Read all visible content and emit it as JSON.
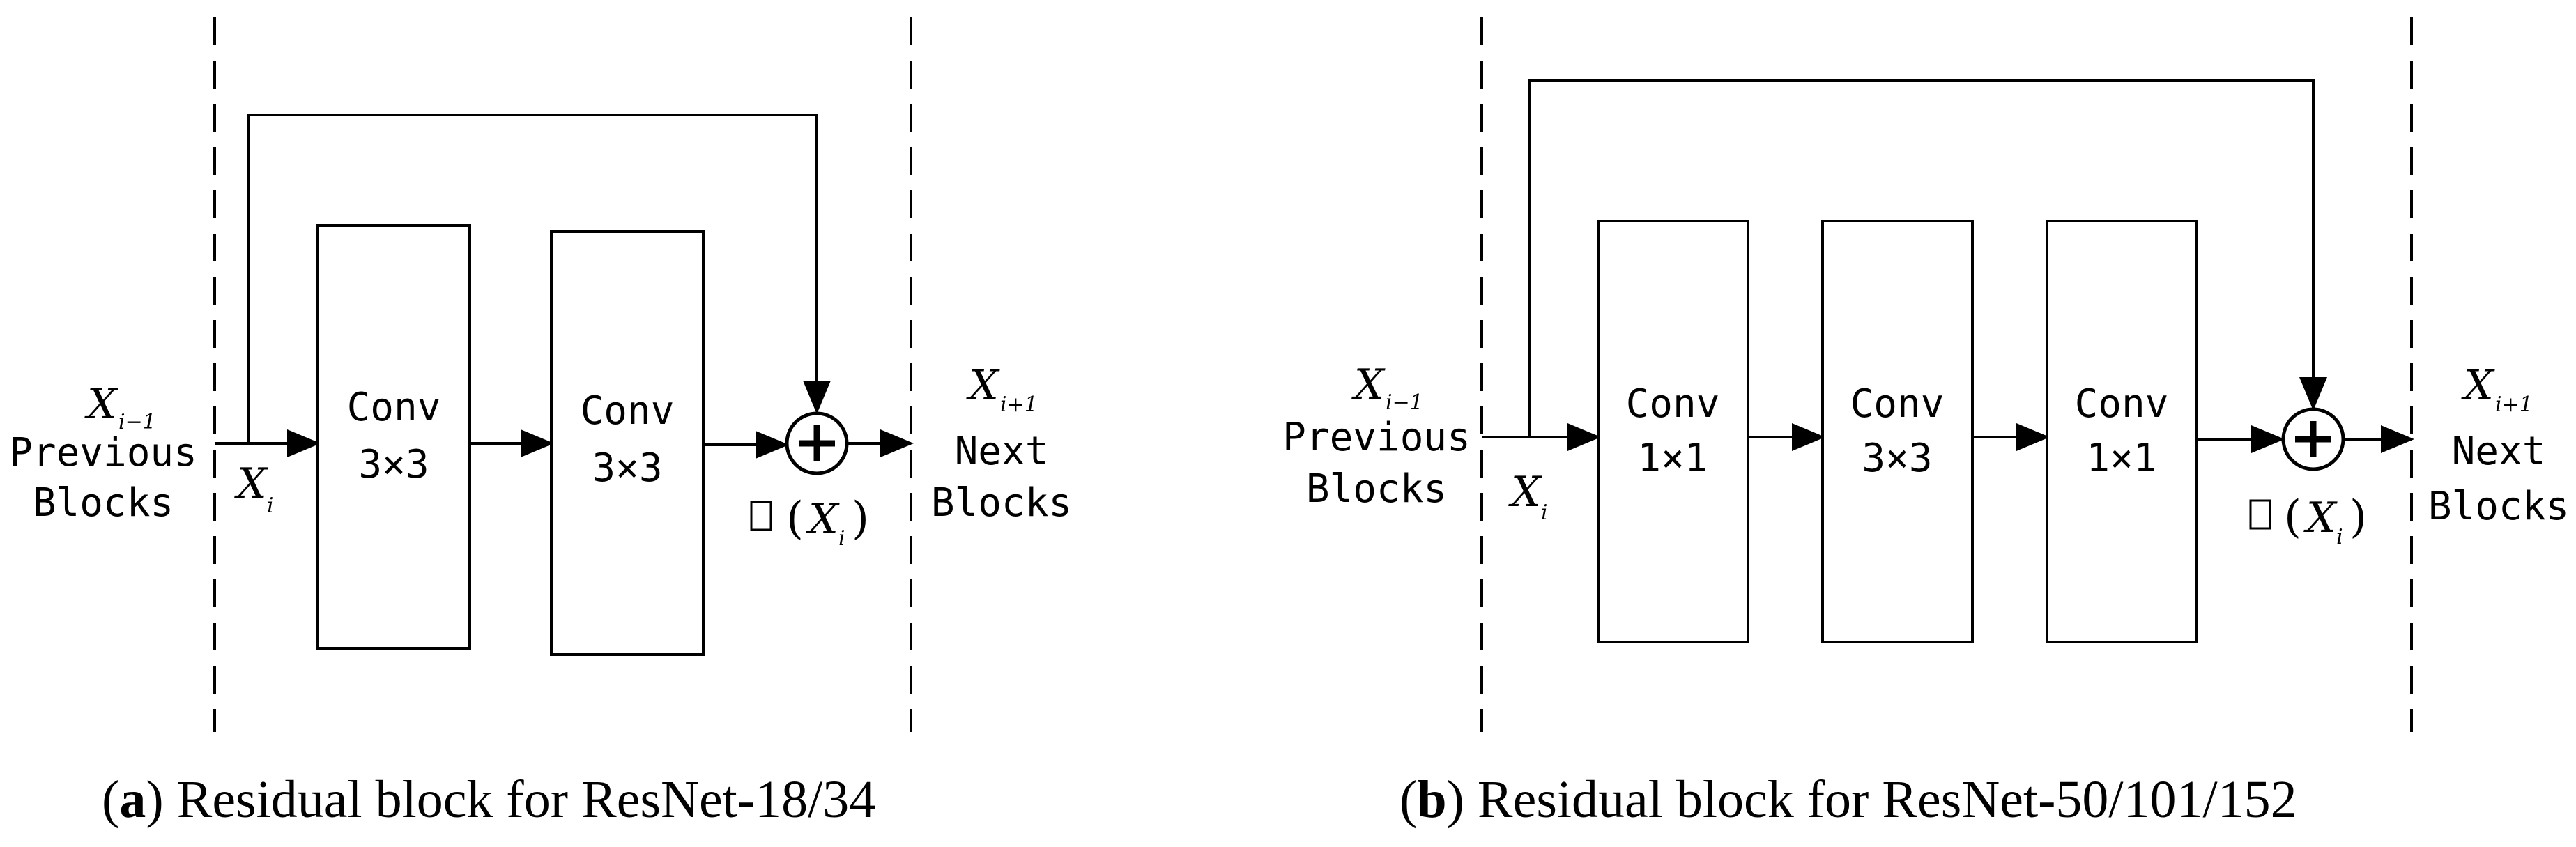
{
  "panel_a": {
    "input_symbol": "X",
    "input_sub": "i−1",
    "input_label_1": "Previous",
    "input_label_2": "Blocks",
    "x_i": "X",
    "x_i_sub": "i",
    "blocks": [
      {
        "line1": "Conv",
        "line2": "3×3"
      },
      {
        "line1": "Conv",
        "line2": "3×3"
      }
    ],
    "output_symbol": "X",
    "output_sub": "i+1",
    "output_label_1": "Next",
    "output_label_2": "Blocks",
    "func_lparen": "(",
    "func_arg": "X",
    "func_arg_sub": "i",
    "func_rparen": ")",
    "caption_letter": "a",
    "caption_open": "(",
    "caption_close": ")",
    "caption_text": "Residual block for ResNet-18/34"
  },
  "panel_b": {
    "input_symbol": "X",
    "input_sub": "i−1",
    "input_label_1": "Previous",
    "input_label_2": "Blocks",
    "x_i": "X",
    "x_i_sub": "i",
    "blocks": [
      {
        "line1": "Conv",
        "line2": "1×1"
      },
      {
        "line1": "Conv",
        "line2": "3×3"
      },
      {
        "line1": "Conv",
        "line2": "1×1"
      }
    ],
    "output_symbol": "X",
    "output_sub": "i+1",
    "output_label_1": "Next",
    "output_label_2": "Blocks",
    "func_lparen": "(",
    "func_arg": "X",
    "func_arg_sub": "i",
    "func_rparen": ")",
    "caption_letter": "b",
    "caption_open": "(",
    "caption_close": ")",
    "caption_text": "Residual block for ResNet-50/101/152"
  }
}
